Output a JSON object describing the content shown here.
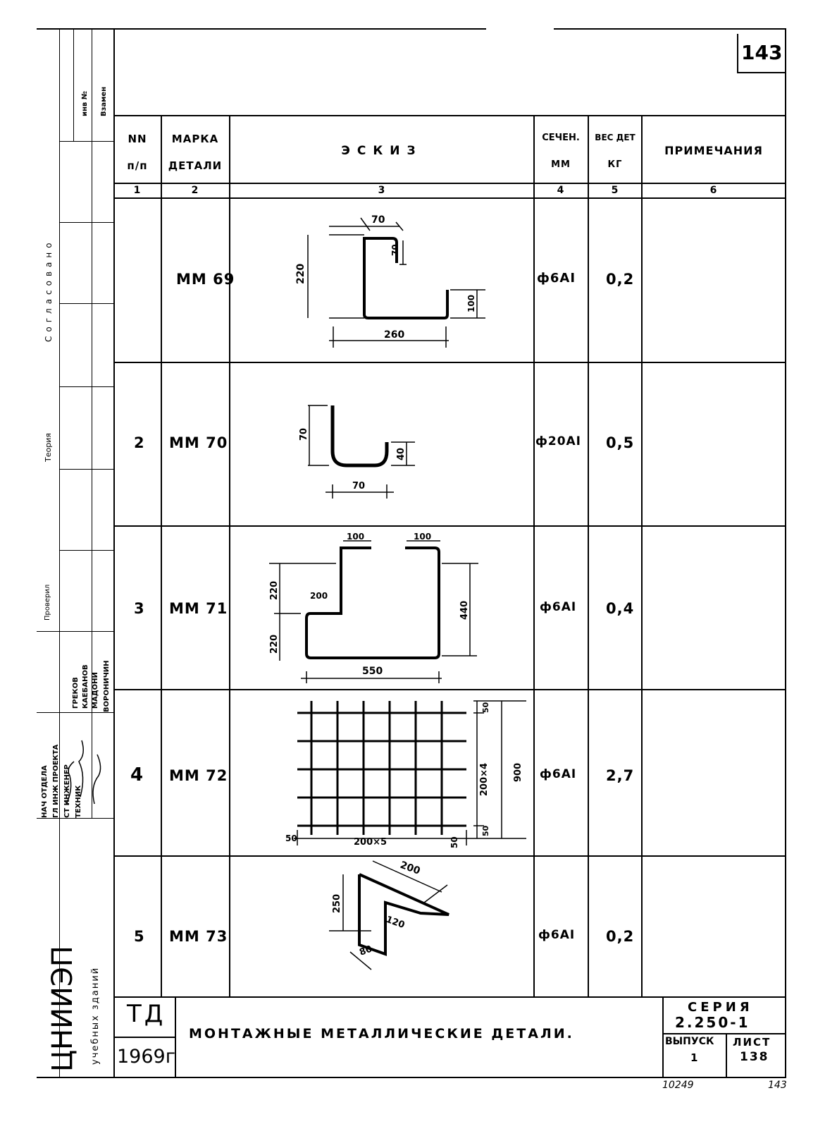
{
  "sheet_number": "143",
  "headers": {
    "col1_line1": "NN",
    "col1_line2": "п/п",
    "col2_line1": "МАРКА",
    "col2_line2": "ДЕТАЛИ",
    "col3": "ЭСКИЗ",
    "col4_line1": "СЕЧЕН.",
    "col4_line2": "ММ",
    "col5_line1": "ВЕС ДЕТ",
    "col5_line2": "КГ",
    "col6": "ПРИМЕЧАНИЯ"
  },
  "column_numbers": [
    "1",
    "2",
    "3",
    "4",
    "5",
    "6"
  ],
  "rows": [
    {
      "num": "",
      "mark": "ММ 69",
      "section": "ф6АI",
      "weight": "0,2",
      "note": "",
      "dims": {
        "top": "70",
        "hook": "70",
        "height": "220",
        "right": "100",
        "bottom": "260"
      }
    },
    {
      "num": "2",
      "mark": "ММ 70",
      "section": "ф20АI",
      "weight": "0,5",
      "note": "",
      "dims": {
        "height": "70",
        "right": "40",
        "bottom": "70"
      }
    },
    {
      "num": "3",
      "mark": "ММ 71",
      "section": "ф6АI",
      "weight": "0,4",
      "note": "",
      "dims": {
        "top1": "100",
        "top2": "100",
        "inner": "200",
        "left_top": "220",
        "left_bottom": "220",
        "right": "440",
        "bottom": "550"
      }
    },
    {
      "num": "4",
      "mark": "ММ 72",
      "section": "ф6АI",
      "weight": "2,7",
      "note": "",
      "dims": {
        "top": "50",
        "mid": "200×4",
        "total": "900",
        "low": "50",
        "left": "50",
        "span": "200×5",
        "right": "50"
      }
    },
    {
      "num": "5",
      "mark": "ММ 73",
      "section": "ф6АI",
      "weight": "0,2",
      "note": "",
      "dims": {
        "top": "200",
        "left": "250",
        "inner": "120",
        "bottom": "80"
      }
    }
  ],
  "title_block": {
    "ta": "ТД",
    "year": "1969г",
    "title": "МОНТАЖНЫЕ МЕТАЛЛИЧЕСКИЕ ДЕТАЛИ.",
    "series_label": "СЕРИЯ",
    "series_value": "2.250-1",
    "issue_label": "ВЫПУСК",
    "issue_value": "1",
    "sheet_label": "ЛИСТ",
    "sheet_value": "138"
  },
  "footer": {
    "left": "10249",
    "right": "143"
  },
  "side_stamp": {
    "org": "ЦНИИЭП",
    "org_sub": "учебных зданий",
    "replace": "Взамен",
    "inv": "инв №",
    "approved": "Согласовано",
    "theory": "Теория",
    "checked": "Проверил",
    "roles": [
      "НАЧ ОТДЕЛА",
      "ГЛ ИНЖ ПРОЕКТА",
      "СТ ИНЖЕНЕР",
      "ТЕХНИК"
    ],
    "names": [
      "ГРЕКОВ",
      "КАЕБАНОВ",
      "МАДОНИ",
      "ВОРОНИЧИН"
    ]
  }
}
